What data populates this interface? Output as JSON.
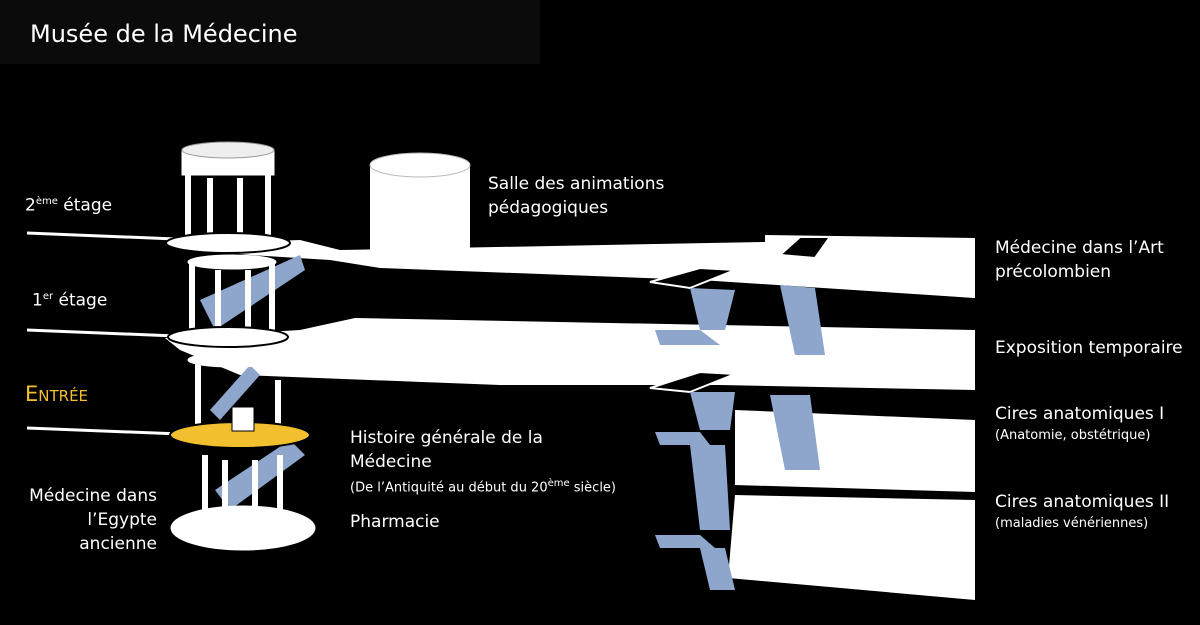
{
  "title": "Musée de la Médecine",
  "floors": {
    "second": {
      "base": "2",
      "sup": "ème",
      "rest": " étage"
    },
    "first": {
      "base": "1",
      "sup": "er",
      "rest": " étage"
    },
    "entrance": "Entrée",
    "basement": [
      "Médecine dans",
      "l’Egypte",
      "ancienne"
    ]
  },
  "rooms": {
    "animations": [
      "Salle des animations",
      "pédagogiques"
    ],
    "precolombien": [
      "Médecine dans l’Art",
      "précolombien"
    ],
    "temporaire": "Exposition temporaire",
    "cires1": {
      "title": "Cires anatomiques I",
      "sub": "(Anatomie, obstétrique)"
    },
    "cires2": {
      "title": "Cires anatomiques II",
      "sub": "(maladies vénériennes)"
    },
    "histoire": {
      "title1": "Histoire générale de la",
      "title2": "Médecine",
      "sub_pre": "(De l’Antiquité au début du 20",
      "sub_sup": "ème",
      "sub_post": " siècle)"
    },
    "pharmacie": "Pharmacie"
  },
  "colors": {
    "entrance": "#f2c02e",
    "stairs": "#8ea6cc",
    "floor": "#ffffff"
  }
}
